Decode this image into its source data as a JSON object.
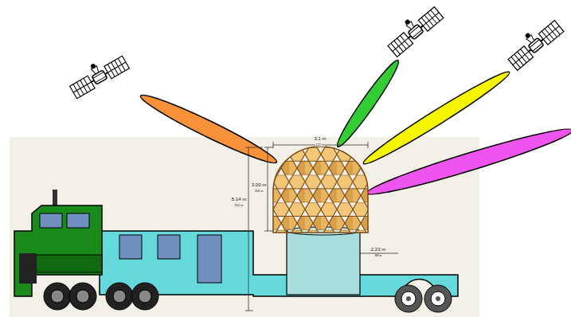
{
  "diagram": {
    "labels": [
      "3.1 m",
      "122 in",
      "3.00 m",
      "118 in",
      "5.14 m",
      "202 in",
      "2.23 m",
      "88 in"
    ]
  }
}
